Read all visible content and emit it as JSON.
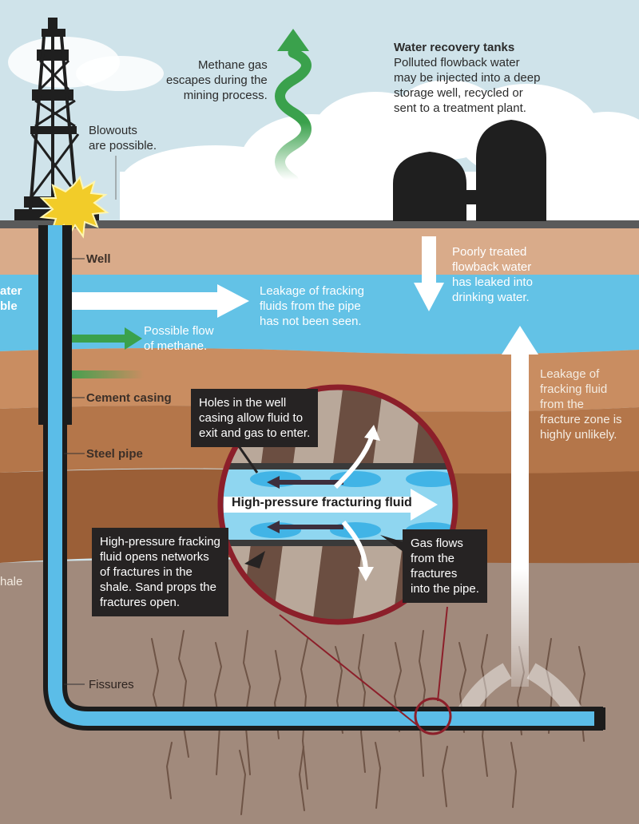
{
  "labels": {
    "methane_escape": "Methane gas\nescapes during the\nmining process.",
    "blowouts": "Blowouts\nare possible.",
    "tanks_title": "Water recovery tanks",
    "tanks_body": "Polluted flowback water\nmay be injected into a deep\nstorage well, recycled or\nsent to a treatment plant.",
    "well": "Well",
    "water_table": "ater\nble",
    "leakage_pipe": "Leakage of fracking\nfluids from the pipe\nhas not been seen.",
    "poorly_treated": "Poorly treated\nflowback water\nhas leaked into\ndrinking water.",
    "possible_flow": "Possible flow\nof methane.",
    "leakage_fracture": "Leakage of\nfracking fluid\nfrom the\nfracture zone is\nhighly unlikely.",
    "cement_casing": "Cement casing",
    "steel_pipe": "Steel pipe",
    "holes_box": "Holes in the well\ncasing allow fluid to\nexit and gas to enter.",
    "high_pressure_arrow": "High-pressure fracturing fluid",
    "shale": "hale",
    "fracking_box": "High-pressure fracking\nfluid opens networks\nof fractures in the\nshale. Sand props the\nfractures open.",
    "gas_flows_box": "Gas flows\nfrom the\nfractures\ninto the pipe.",
    "fissures": "Fissures"
  },
  "colors": {
    "sky": "#cfe3ea",
    "cloud": "#ffffff",
    "ground_line": "#5a5a5a",
    "topsoil": "#d9ab8a",
    "aquifer": "#63c2e6",
    "layer_1": "#c98d61",
    "layer_2": "#b4764a",
    "layer_3": "#9b5f37",
    "shale": "#a18a7c",
    "pipe_fluid": "#5bbde8",
    "pipe_wall": "#1c1c1c",
    "methane_green": "#3aa14c",
    "blowout_yellow": "#f2cc29",
    "magnifier_ring": "#8c1f2a",
    "callout_box": "#262323"
  }
}
